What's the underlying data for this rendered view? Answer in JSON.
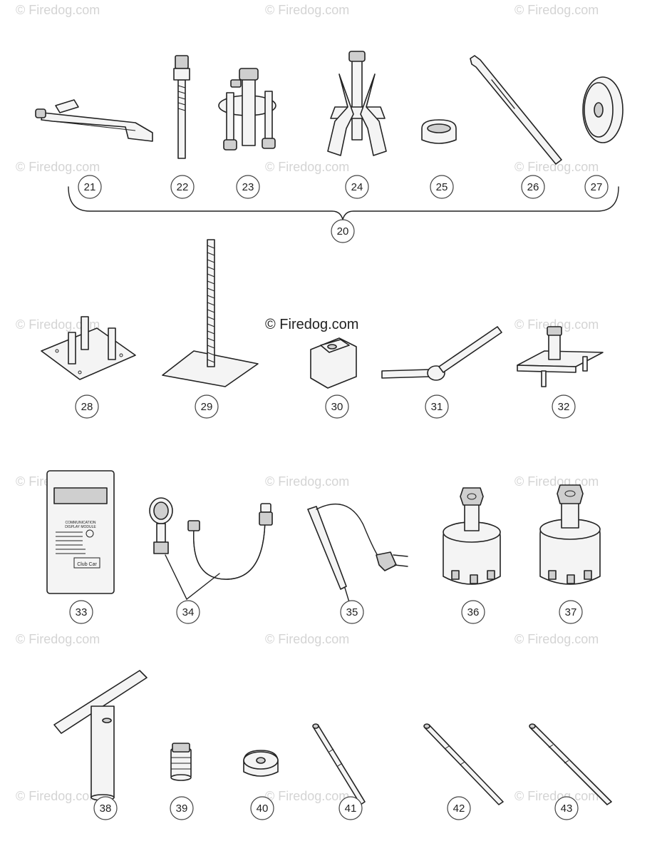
{
  "watermark": "© Firedog.com",
  "center_watermark": "© Firedog.com",
  "callouts": {
    "c20": "20",
    "c21": "21",
    "c22": "22",
    "c23": "23",
    "c24": "24",
    "c25": "25",
    "c26": "26",
    "c27": "27",
    "c28": "28",
    "c29": "29",
    "c30": "30",
    "c31": "31",
    "c32": "32",
    "c33": "33",
    "c34": "34",
    "c35": "35",
    "c36": "36",
    "c37": "37",
    "c38": "38",
    "c39": "39",
    "c40": "40",
    "c41": "41",
    "c42": "42",
    "c43": "43"
  },
  "module_label": {
    "title_line1": "COMMUNICATION",
    "title_line2": "DISPLAY MODULE",
    "brand": "Club Car"
  },
  "colors": {
    "line": "#222222",
    "watermark": "#d4d4d4",
    "fill": "#f4f4f4"
  }
}
